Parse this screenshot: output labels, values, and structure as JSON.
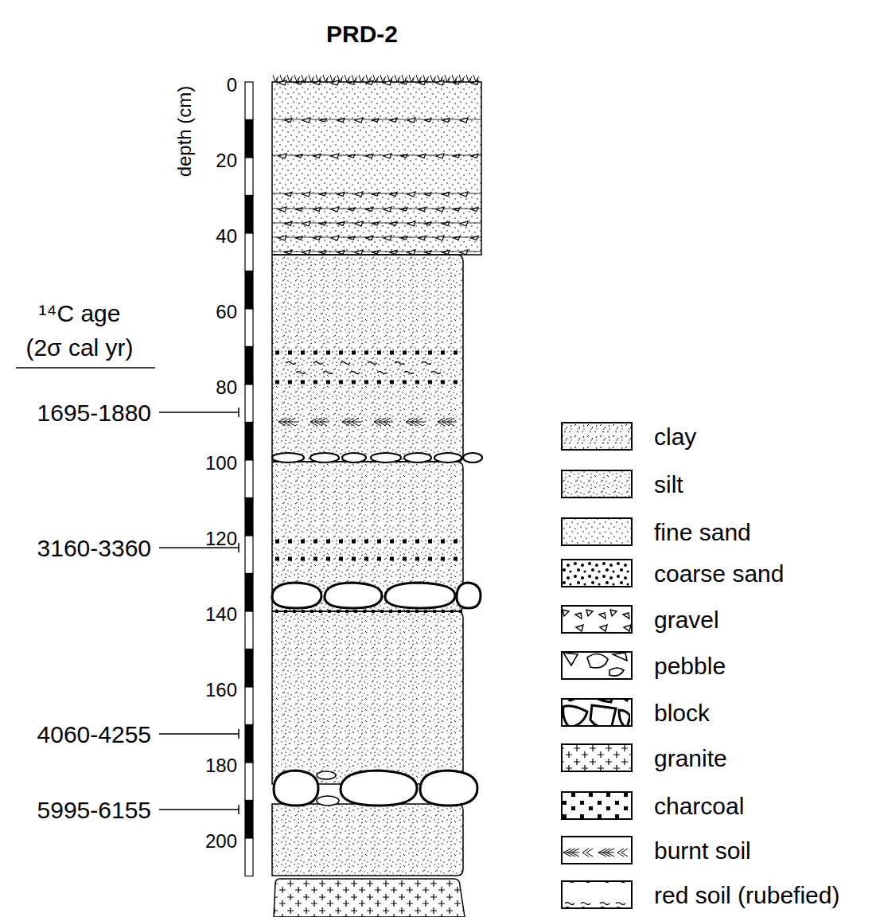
{
  "diagram": {
    "title": "PRD-2",
    "labels": [
      "depth (cm)",
      "0",
      "20",
      "40",
      "60",
      "80",
      "100",
      "120",
      "140",
      "160",
      "180",
      "200",
      "¹⁴C age",
      "(2σ cal yr)",
      "1695-1880",
      "3160-3360",
      "4060-4255",
      "5995-6155"
    ],
    "legend": [
      {
        "text": "clay"
      },
      {
        "text": "silt"
      },
      {
        "text": "fine sand"
      },
      {
        "text": "coarse sand"
      },
      {
        "text": "gravel"
      },
      {
        "text": "pebble"
      },
      {
        "text": "block"
      },
      {
        "text": "granite"
      },
      {
        "text": "charcoal"
      },
      {
        "text": "burnt soil"
      },
      {
        "text": "red soil (rubefied)"
      }
    ]
  }
}
